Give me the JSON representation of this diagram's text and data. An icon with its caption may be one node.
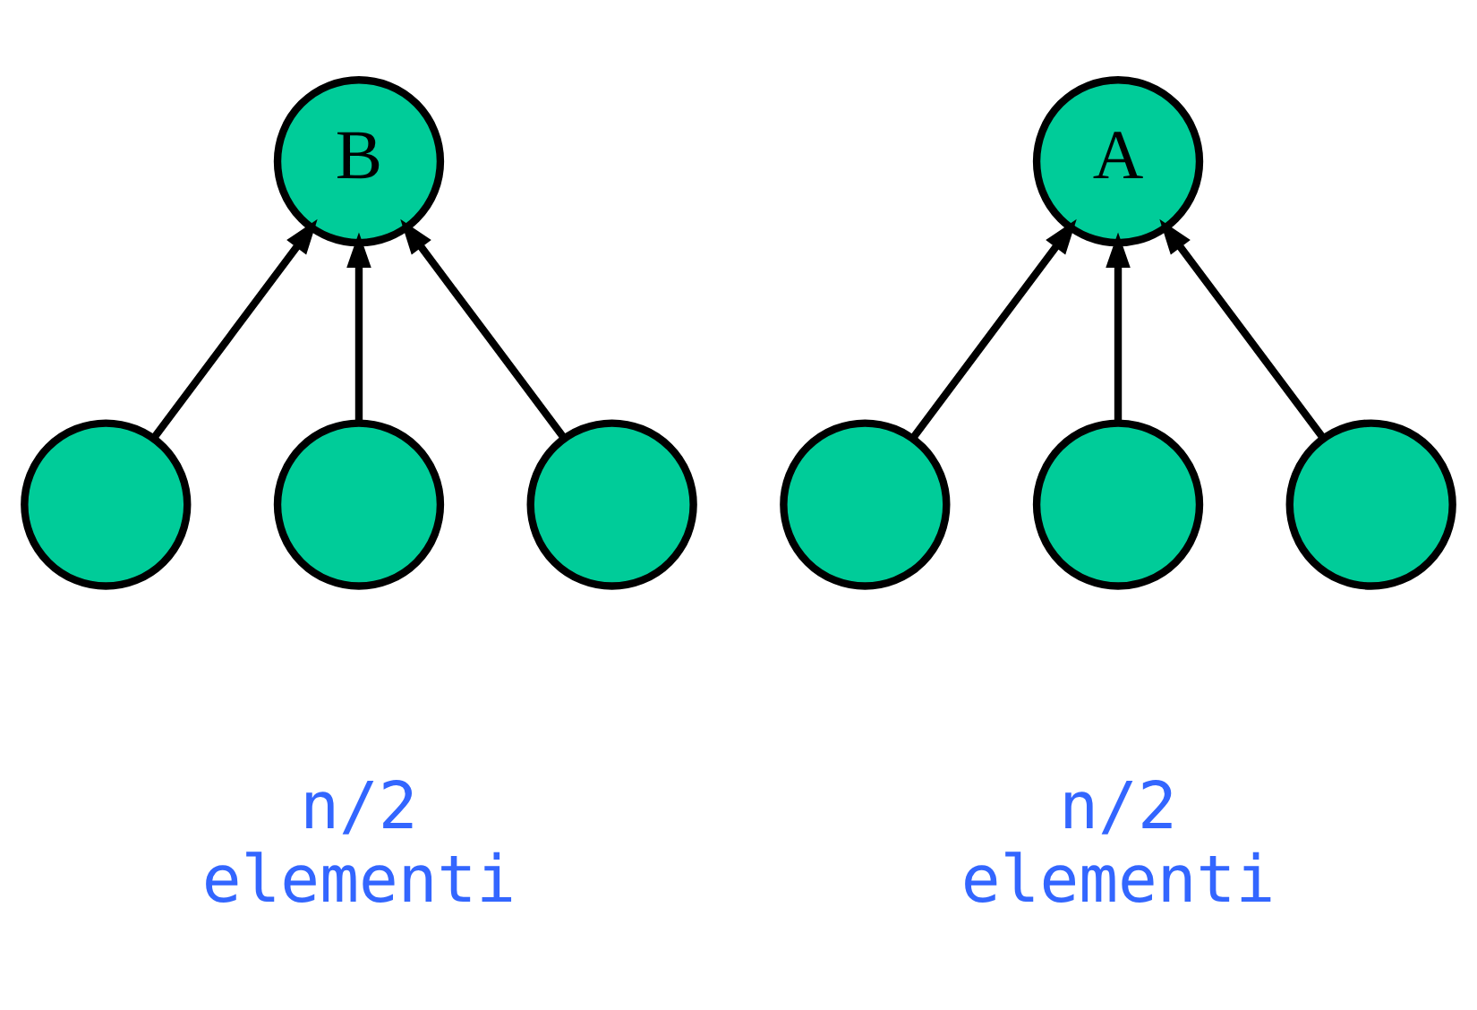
{
  "diagram": {
    "nodes": [
      {
        "text": [
          "B"
        ]
      },
      {
        "text": [
          "A"
        ]
      },
      {
        "text": [],
        "shape": "circle"
      },
      {
        "text": [],
        "shape": "circle"
      },
      {
        "text": [],
        "shape": "circle"
      },
      {
        "text": [],
        "shape": "circle"
      },
      {
        "text": [],
        "shape": "circle"
      },
      {
        "text": [],
        "shape": "circle"
      }
    ],
    "edges": [
      {
        "from": 2,
        "to": 0,
        "arrow": "to"
      },
      {
        "from": 3,
        "to": 0,
        "arrow": "to"
      },
      {
        "from": 4,
        "to": 0,
        "arrow": "to"
      },
      {
        "from": 5,
        "to": 1,
        "arrow": "to"
      },
      {
        "from": 6,
        "to": 1,
        "arrow": "to"
      },
      {
        "from": 7,
        "to": 1,
        "arrow": "to"
      }
    ],
    "labels": [
      "n/2 elementi",
      "n/2 elementi"
    ]
  }
}
